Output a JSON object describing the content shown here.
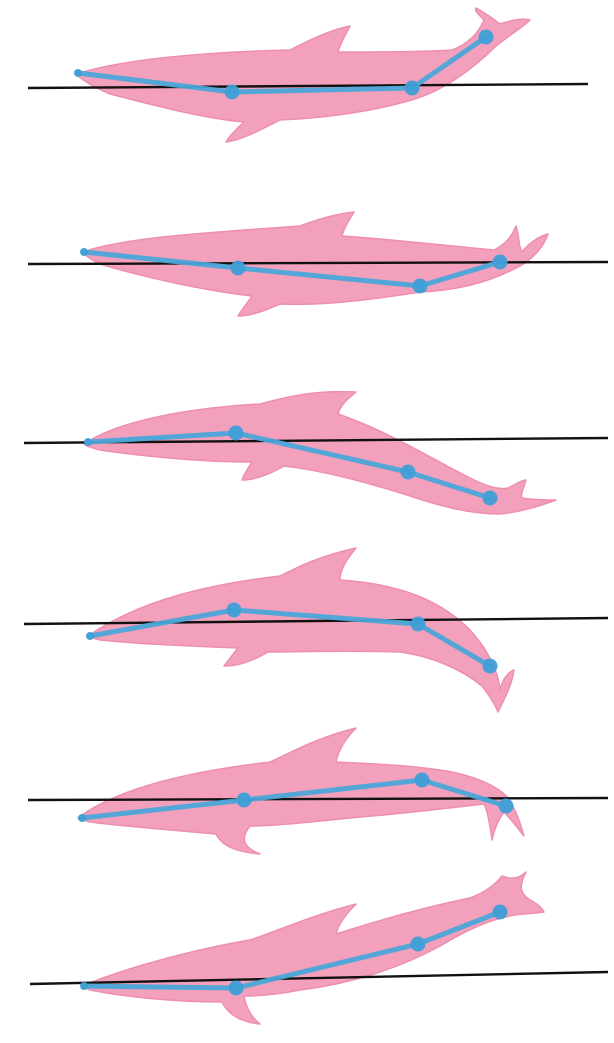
{
  "figure": {
    "description_visible_text": "",
    "colors": {
      "background": "#ffffff",
      "dolphin_body": "#f2a0bb",
      "dolphin_body_dark": "#ee8fb0",
      "spine_line": "#4aa6d8",
      "joint": "#3f9fd6",
      "reference_line": "#111111"
    },
    "frames": [
      {
        "id": "frame-1",
        "joint_count": 4
      },
      {
        "id": "frame-2",
        "joint_count": 4
      },
      {
        "id": "frame-3",
        "joint_count": 4
      },
      {
        "id": "frame-4",
        "joint_count": 4
      },
      {
        "id": "frame-5",
        "joint_count": 4
      },
      {
        "id": "frame-6",
        "joint_count": 4
      }
    ]
  }
}
